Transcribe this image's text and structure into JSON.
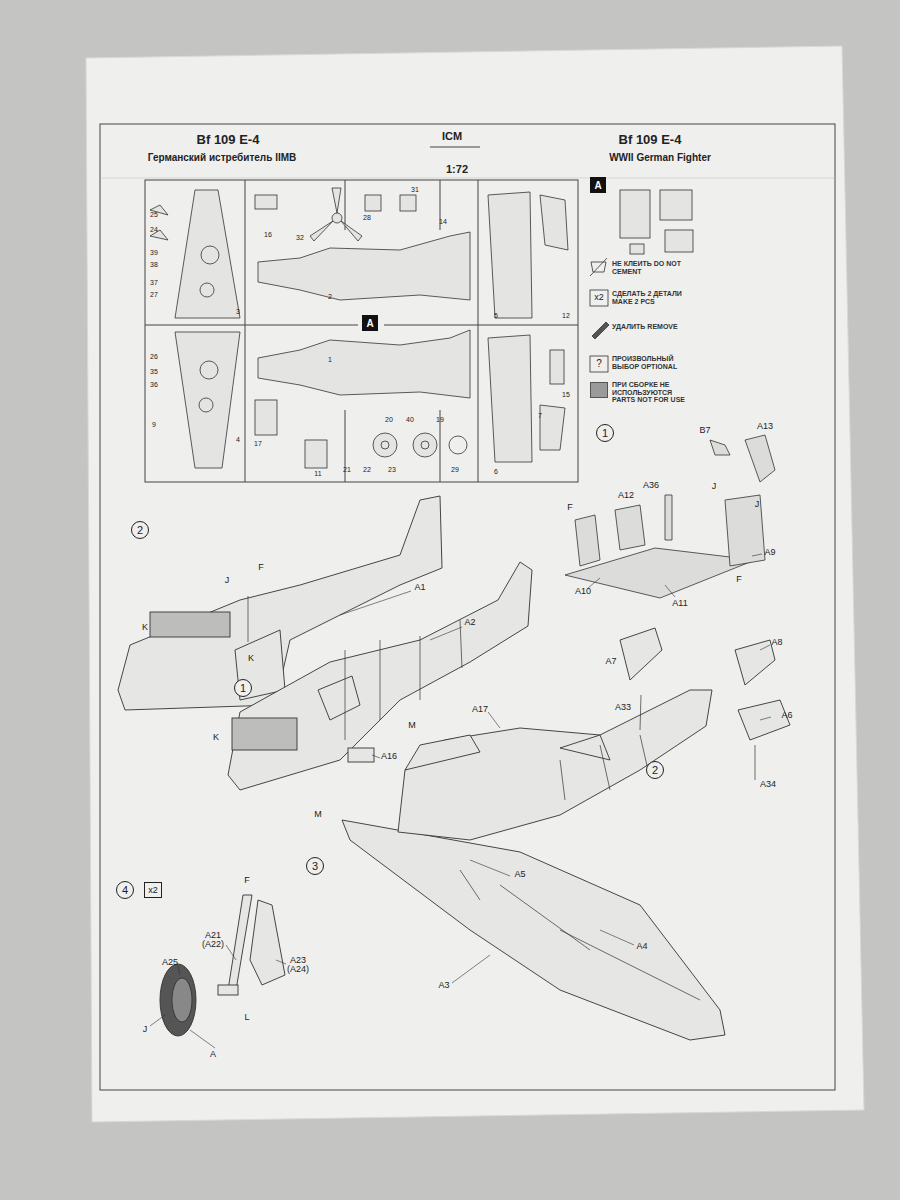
{
  "diagram": {
    "nodes": [
      {
        "text": [
          "A"
        ]
      },
      {
        "text": [
          "A"
        ]
      },
      {
        "text": [
          "1"
        ]
      },
      {
        "text": [
          "2"
        ]
      },
      {
        "text": [
          "3"
        ]
      },
      {
        "text": [
          "4"
        ]
      },
      {
        "text": [
          "x2"
        ]
      },
      {
        "text": [
          "1"
        ]
      },
      {
        "text": [
          "2"
        ]
      }
    ],
    "labels": [
      "Bf 109 E-4",
      "Германский истребитель IIMB",
      "ICM",
      "1:72",
      "Bf 109 E-4",
      "WWII German Fighter",
      "25",
      "24",
      "39",
      "38",
      "37",
      "27",
      "3",
      "26",
      "35",
      "36",
      "9",
      "4",
      "2",
      "1",
      "16",
      "32",
      "28",
      "31",
      "14",
      "5",
      "12",
      "6",
      "7",
      "15",
      "17",
      "11",
      "21",
      "22",
      "23",
      "20",
      "40",
      "19",
      "29",
      "A13",
      "B7",
      "J",
      "A36",
      "J",
      "A12",
      "F",
      "A9",
      "A10",
      "A11",
      "F",
      "F",
      "J",
      "K",
      "K",
      "A1",
      "A2",
      "K",
      "M",
      "A16",
      "A7",
      "A8",
      "A33",
      "A6",
      "A34",
      "M",
      "A17",
      "A5",
      "A4",
      "A3",
      "F",
      "A21 (A22)",
      "A23 (A24)",
      "A25",
      "J",
      "L",
      "A",
      "x2",
      "?"
    ],
    "legend": [
      {
        "text": "НЕ КЛЕИТЬ DO NOT CEMENT"
      },
      {
        "text": "СДЕЛАТЬ 2 ДЕТАЛИ MAKE 2 PCS"
      },
      {
        "text": "УДАЛИТЬ REMOVE"
      },
      {
        "text": "ПРОИЗВОЛЬНЫЙ ВЫБОР OPTIONAL"
      },
      {
        "text": "ПРИ СБОРКЕ НЕ ИСПОЛЬЗУЮТСЯ PARTS NOT FOR USE",
        "color": "#9a9a9a"
      }
    ]
  }
}
